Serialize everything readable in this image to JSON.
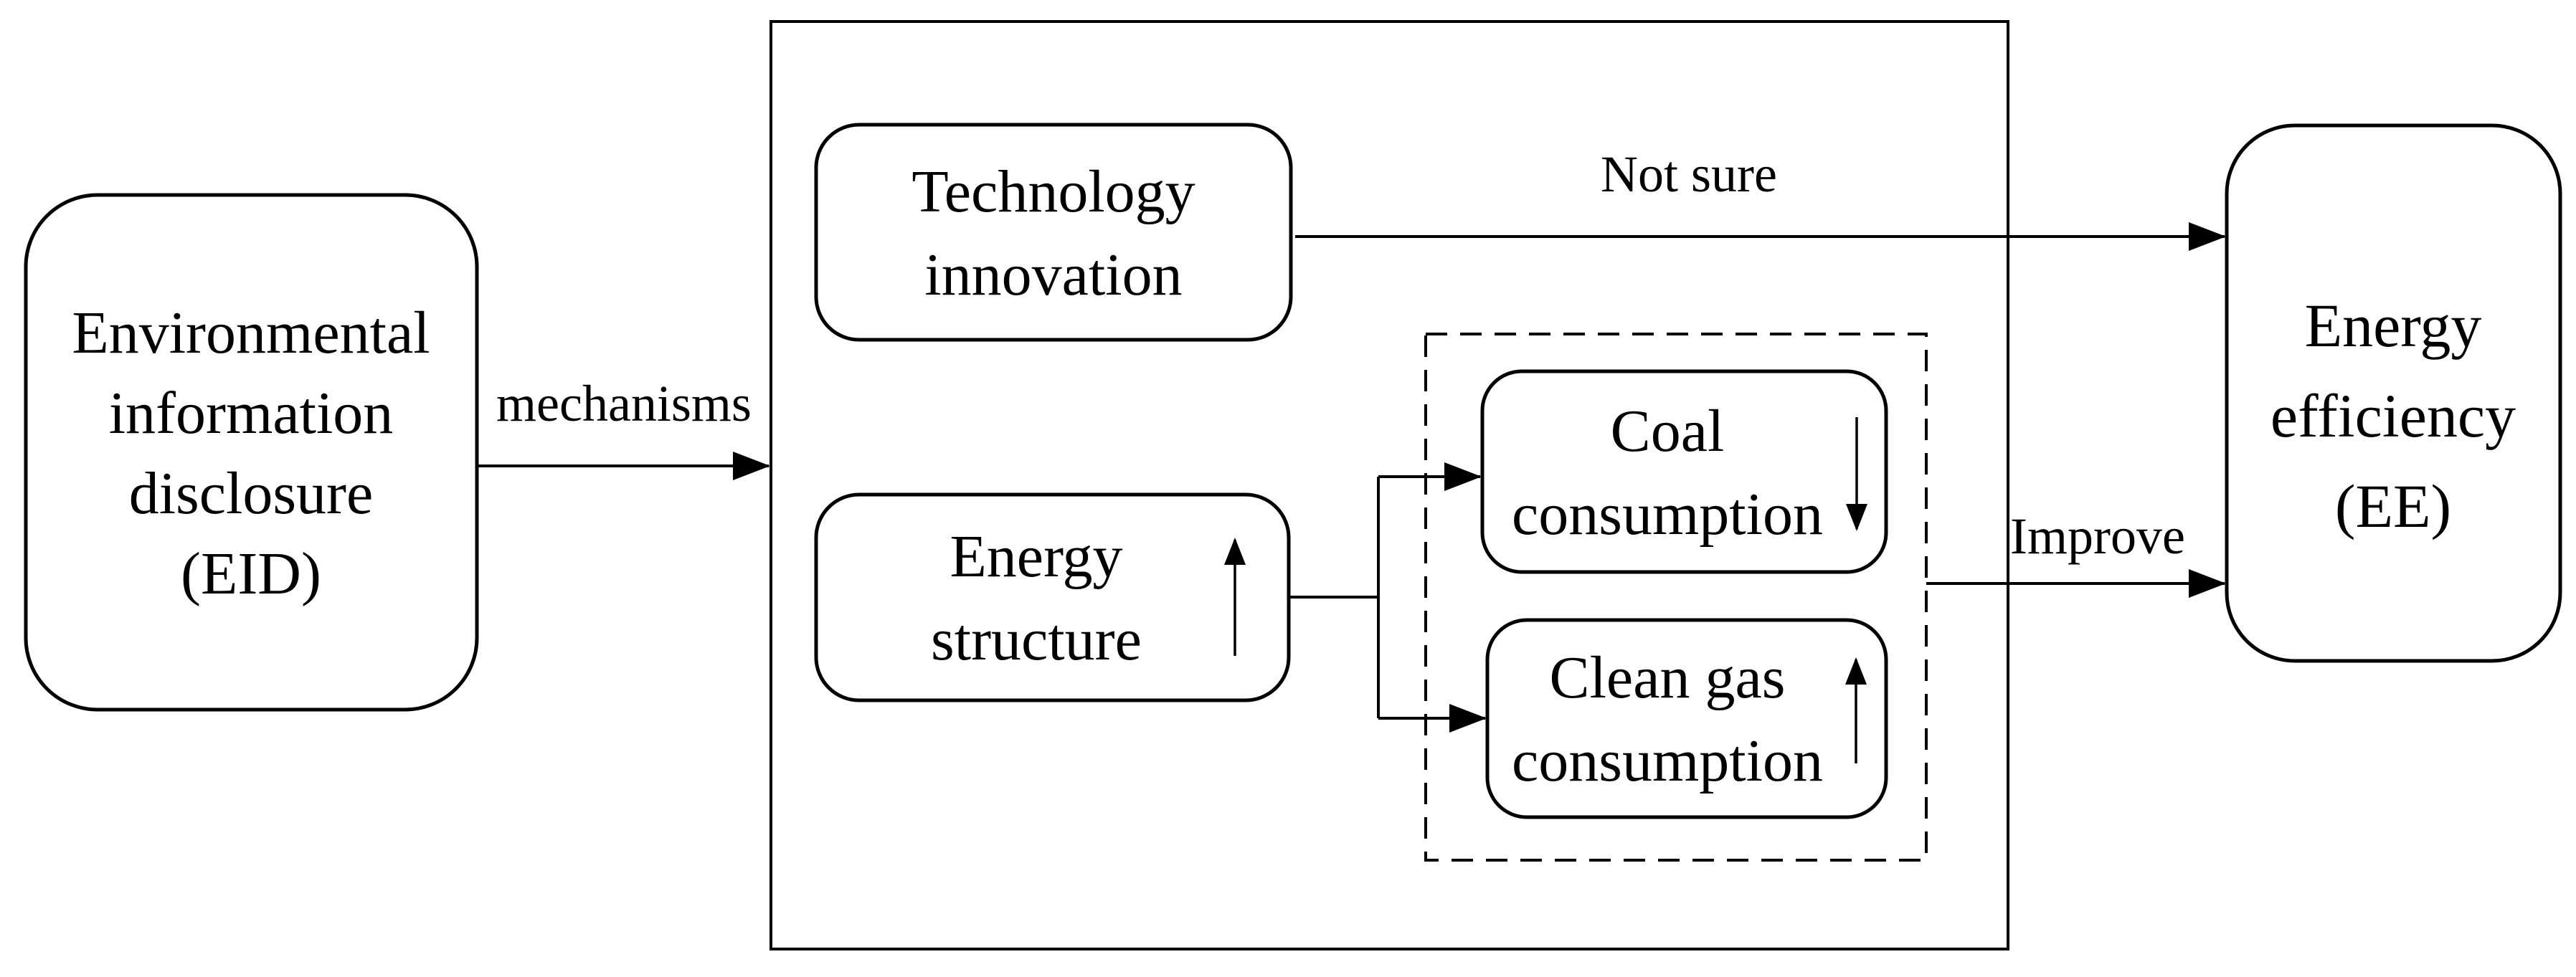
{
  "nodes": {
    "eid": {
      "lines": [
        "Environmental",
        "information",
        "disclosure",
        "(EID)"
      ]
    },
    "technology_innovation": {
      "lines": [
        "Technology",
        "innovation"
      ]
    },
    "energy_structure": {
      "lines": [
        "Energy",
        "structure"
      ],
      "trend": "up"
    },
    "coal_consumption": {
      "lines": [
        "Coal",
        "consumption"
      ],
      "trend": "down"
    },
    "clean_gas_consumption": {
      "lines": [
        "Clean gas",
        "consumption"
      ],
      "trend": "up"
    },
    "energy_efficiency": {
      "lines": [
        "Energy",
        "efficiency",
        "(EE)"
      ]
    }
  },
  "edges": {
    "mechanisms_label": "mechanisms",
    "not_sure_label": "Not sure",
    "improve_label": "Improve"
  },
  "colors": {
    "line": "#000000",
    "background": "#ffffff"
  }
}
